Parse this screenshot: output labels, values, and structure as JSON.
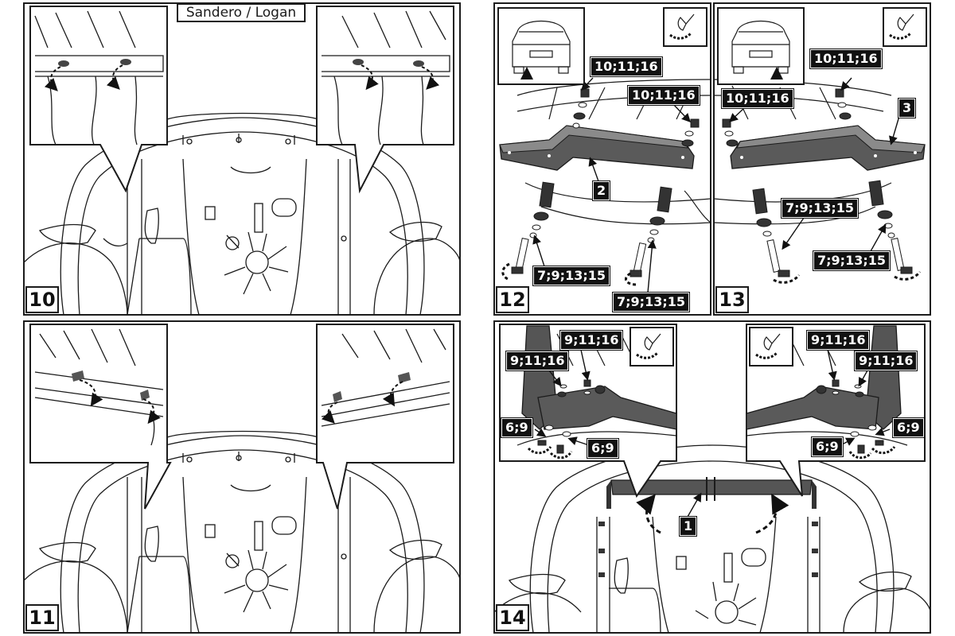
{
  "title": "Sandero / Logan",
  "steps": {
    "s10": "10",
    "s11": "11",
    "s12": "12",
    "s13": "13",
    "s14": "14"
  },
  "part_numbers": {
    "p1": "1",
    "p2": "2",
    "p3": "3"
  },
  "hardware_codes": {
    "a": "10;11;16",
    "b": "7;9;13;15",
    "c": "9;11;16",
    "d": "6;9"
  },
  "colors": {
    "line": "#1b1b1b",
    "plate": "#4a4a4a",
    "tag_bg": "#111111",
    "tag_text": "#ffffff"
  },
  "icons": [
    "tool-hand-icon",
    "rotation-arrow-icon",
    "car-rear-icon",
    "fastening-direction-arrow-icon"
  ]
}
